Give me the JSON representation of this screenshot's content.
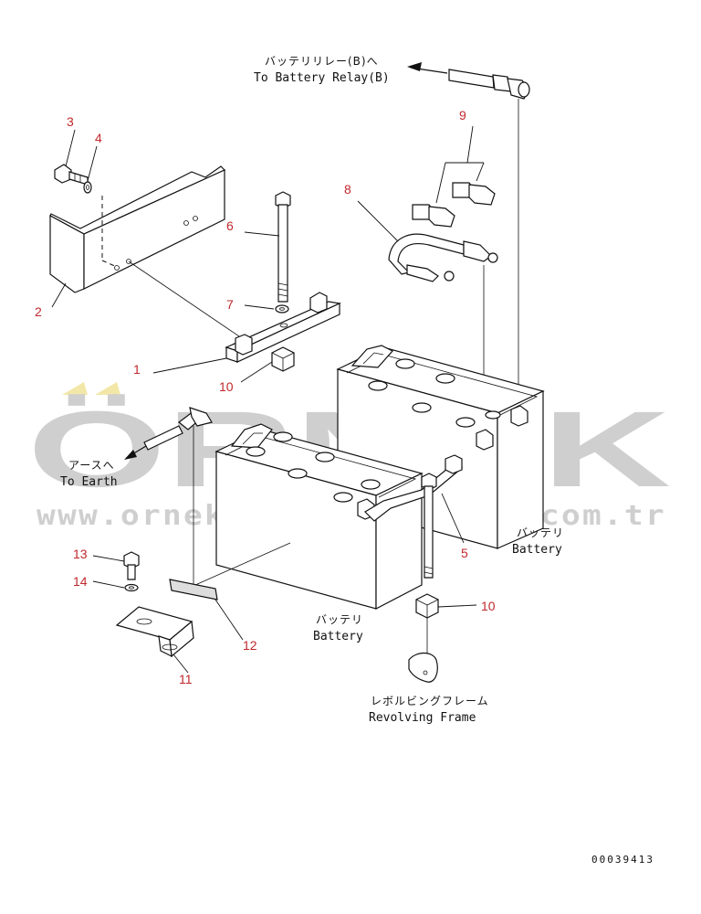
{
  "labels": {
    "relay_jp": "バッテリリレー(B)へ",
    "relay_en": "To Battery Relay(B)",
    "earth_jp": "アースへ",
    "earth_en": "To Earth",
    "battery_right_jp": "バッテリ",
    "battery_right_en": "Battery",
    "battery_left_jp": "バッテリ",
    "battery_left_en": "Battery",
    "frame_jp": "レボルビングフレーム",
    "frame_en": "Revolving Frame"
  },
  "callouts": [
    "1",
    "2",
    "3",
    "4",
    "5",
    "6",
    "7",
    "8",
    "9",
    "10",
    "10",
    "11",
    "12",
    "13",
    "14"
  ],
  "watermark": {
    "brand": "ÖRNEK",
    "url": "www.ornekisnalarinalari.com.tr"
  },
  "doc_number": "00039413",
  "colors": {
    "callout": "#c0282d",
    "watermark": "#cfcfcf",
    "watermark_accent": "#f3e7a8",
    "line": "#111111"
  }
}
